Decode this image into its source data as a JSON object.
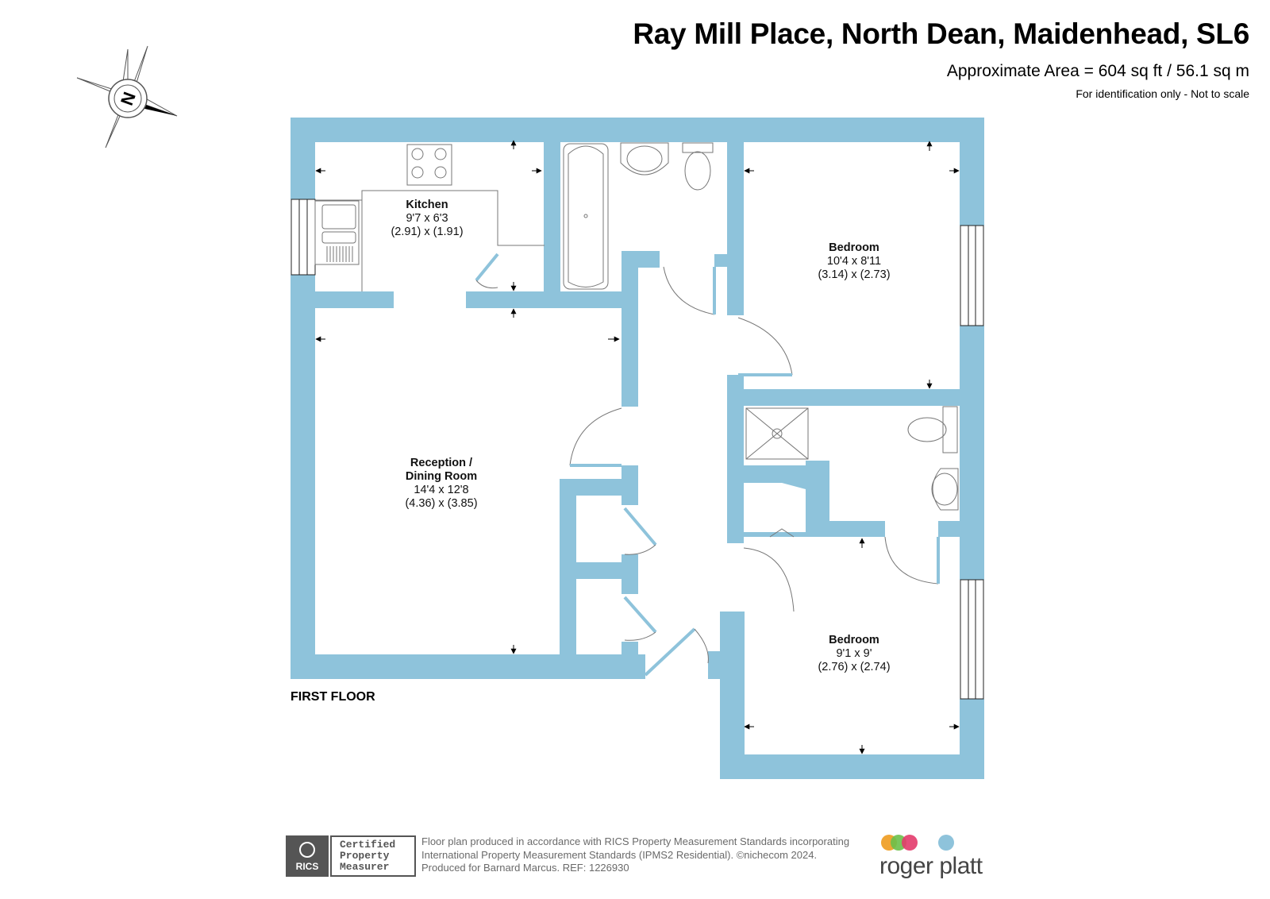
{
  "header": {
    "title": "Ray Mill Place, North Dean, Maidenhead, SL6",
    "area": "Approximate Area = 604 sq ft / 56.1 sq m",
    "note": "For identification only - Not to scale"
  },
  "compass": {
    "letter": "N",
    "icon": "compass-rose-icon"
  },
  "rooms": {
    "kitchen": {
      "name": "Kitchen",
      "imperial": "9'7 x 6'3",
      "metric": "(2.91) x (1.91)"
    },
    "reception": {
      "name_line1": "Reception /",
      "name_line2": "Dining Room",
      "imperial": "14'4 x 12'8",
      "metric": "(4.36) x (3.85)"
    },
    "bedroom1": {
      "name": "Bedroom",
      "imperial": "10'4 x 8'11",
      "metric": "(3.14) x (2.73)"
    },
    "bedroom2": {
      "name": "Bedroom",
      "imperial": "9'1 x 9'",
      "metric": "(2.76) x (2.74)"
    }
  },
  "floor_label": "FIRST FLOOR",
  "footer": {
    "line1": "Floor plan produced in accordance with RICS Property Measurement Standards incorporating",
    "line2": "International Property Measurement Standards (IPMS2 Residential).  ©nichecom 2024.",
    "line3": "Produced for Barnard Marcus.   REF:  1226930",
    "rics": "RICS",
    "certified_line1": "Certified",
    "certified_line2": "Property",
    "certified_line3": "Measurer",
    "brand": "roger platt"
  },
  "colors": {
    "wall": "#8ec3db",
    "fixture_stroke": "#777777",
    "brand_dots": [
      "#f0a534",
      "#6cc04a",
      "#e33b6b",
      "#8ec3db"
    ]
  }
}
